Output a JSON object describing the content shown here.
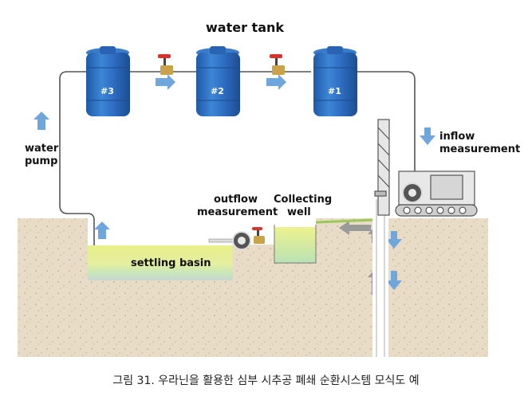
{
  "labels": {
    "title": "water tank",
    "tank3": "#3",
    "tank2": "#2",
    "tank1": "#1",
    "water_pump_line1": "water",
    "water_pump_line2": "pump",
    "inflow_line1": "inflow",
    "inflow_line2": "measurement",
    "outflow_line1": "outflow",
    "outflow_line2": "measurement",
    "collecting_line1": "Collecting",
    "collecting_line2": "well",
    "settling_basin": "settling basin"
  },
  "caption": "그림 31. 우라닌을 활용한 심부 시추공 폐쇄 순환시스템 모식도 예",
  "colors": {
    "ground": "#e9dcc6",
    "tank_blue": "#2f6fc4",
    "arrow_blue": "#6fa6dc",
    "basin_yellow": "#e6ee8c",
    "basin_green": "#bfe2b8",
    "pipe": "#555555",
    "valve_brass": "#c9a24a",
    "valve_red": "#d8322a"
  }
}
